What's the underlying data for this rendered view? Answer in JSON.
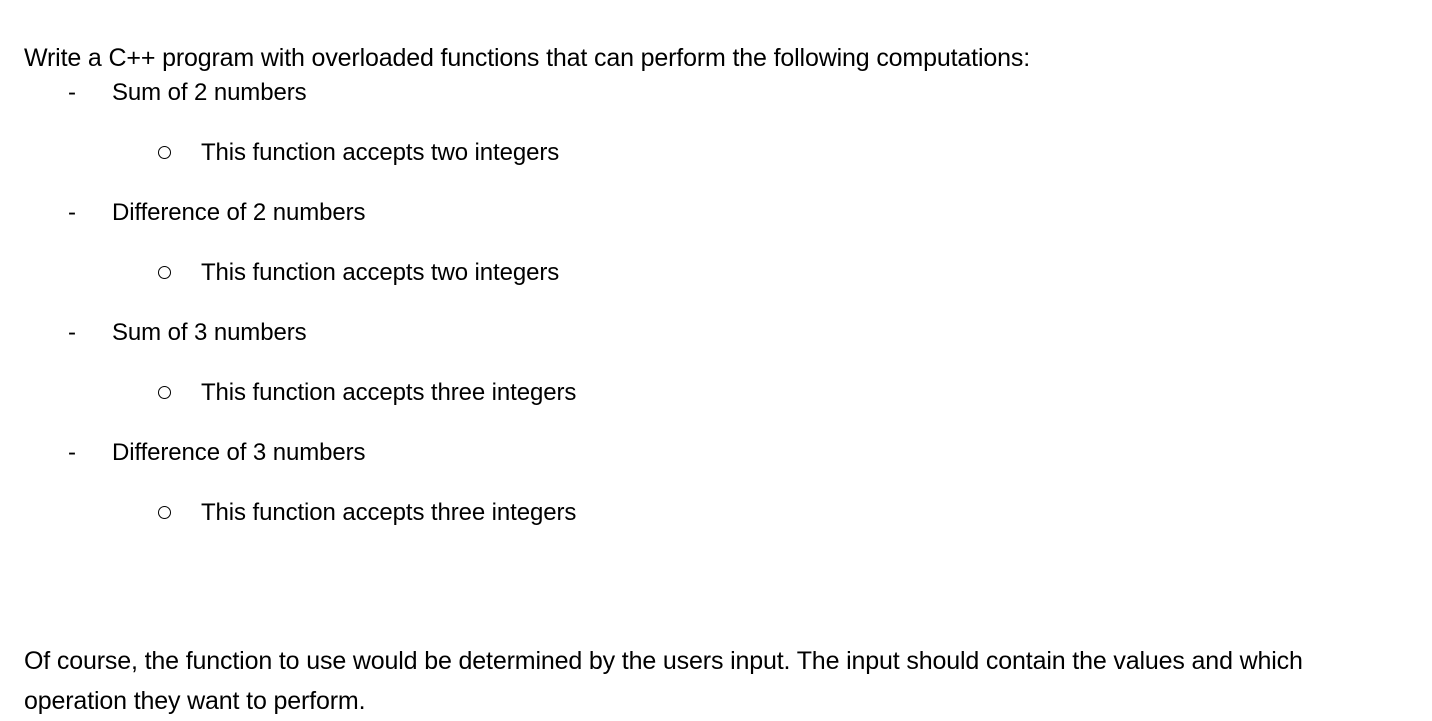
{
  "document": {
    "intro": "Write a C++ program with overloaded functions that can perform the following computations:",
    "bullets": [
      {
        "marker": "dash-marker",
        "marker_glyph": "-",
        "label": "Sum of 2 numbers",
        "sub": {
          "marker": "hollow-circle-marker",
          "label": "This function accepts two integers"
        }
      },
      {
        "marker": "dash-marker",
        "marker_glyph": "-",
        "label": "Difference of 2 numbers",
        "sub": {
          "marker": "hollow-circle-marker",
          "label": "This function accepts two integers"
        }
      },
      {
        "marker": "dash-marker",
        "marker_glyph": "-",
        "label": "Sum of 3 numbers",
        "sub": {
          "marker": "hollow-circle-marker",
          "label": "This function accepts three integers"
        }
      },
      {
        "marker": "dash-marker",
        "marker_glyph": "-",
        "label": "Difference of 3 numbers",
        "sub": {
          "marker": "hollow-circle-marker",
          "label": "This function accepts three integers"
        }
      }
    ],
    "closing": "Of course, the function to use would be determined by the users input. The input should contain the values and which operation they want to perform."
  },
  "colors": {
    "background": "#ffffff",
    "text": "#000000"
  }
}
